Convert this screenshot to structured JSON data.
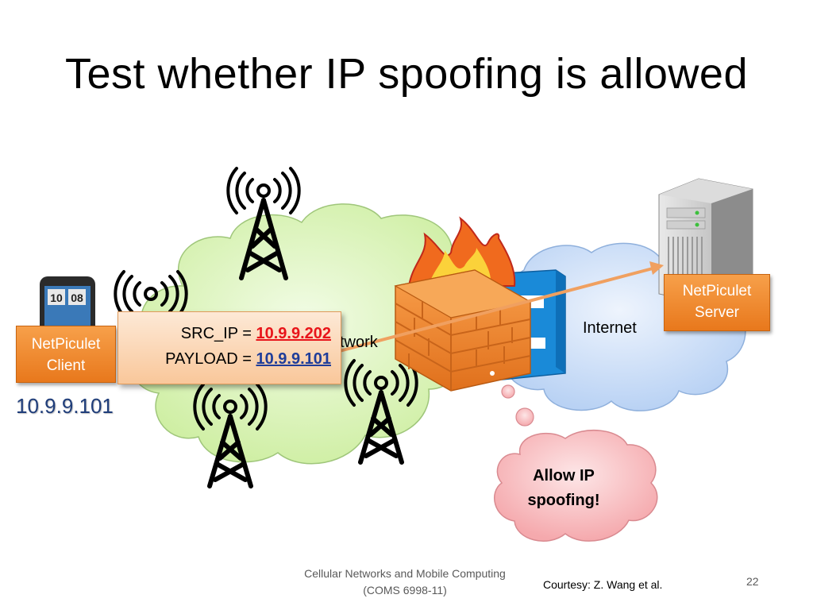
{
  "slide": {
    "title": "Test whether IP spoofing is allowed",
    "client": {
      "label_line1": "NetPiculet",
      "label_line2": "Client",
      "ip": "10.9.9.101",
      "phone_clock": "10 08"
    },
    "server": {
      "label_line1": "NetPiculet",
      "label_line2": "Server"
    },
    "packet": {
      "src_label": "SRC_IP =",
      "src_value": "10.9.9.202",
      "payload_label": "PAYLOAD =",
      "payload_value": "10.9.9.101"
    },
    "cellular_cloud_text": "twork",
    "internet_label": "Internet",
    "thought_bubble": {
      "line1": "Allow IP",
      "line2": "spoofing!"
    },
    "footer": {
      "line1": "Cellular Networks and Mobile Computing",
      "line2": "(COMS 6998-11)",
      "courtesy": "Courtesy: Z. Wang et al.",
      "page_number": "22"
    },
    "colors": {
      "orange_box": "#e8781c",
      "src_value": "#e8141a",
      "payload_value": "#1f3d9a",
      "cellular_cloud": "#d6f2b0",
      "internet_cloud": "#c6daf6",
      "thought_cloud": "#f8b8bc",
      "arrow": "#f0a060"
    },
    "icons": [
      "cell-tower-icon",
      "smartphone-icon",
      "server-icon",
      "firewall-icon",
      "fire-icon",
      "router-icon"
    ]
  }
}
